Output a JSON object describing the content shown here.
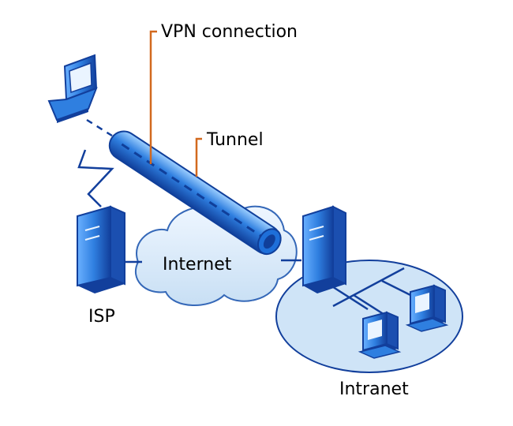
{
  "labels": {
    "vpn_connection": "VPN connection",
    "tunnel": "Tunnel",
    "internet": "Internet",
    "isp": "ISP",
    "intranet": "Intranet"
  },
  "icons": {
    "client": "laptop-icon",
    "isp": "server-icon",
    "gateway": "server-icon",
    "intranet_hosts": "computer-icon"
  },
  "colors": {
    "tunnel_fill": "#1e6fd9",
    "tunnel_highlight": "#9fd0ff",
    "cloud_fill": "#d8e9f8",
    "cloud_stroke": "#3568b8",
    "device_fill": "#2f7fe0",
    "device_dark": "#123f9c",
    "callout_line": "#d2691e",
    "link_line": "#123f9c"
  }
}
